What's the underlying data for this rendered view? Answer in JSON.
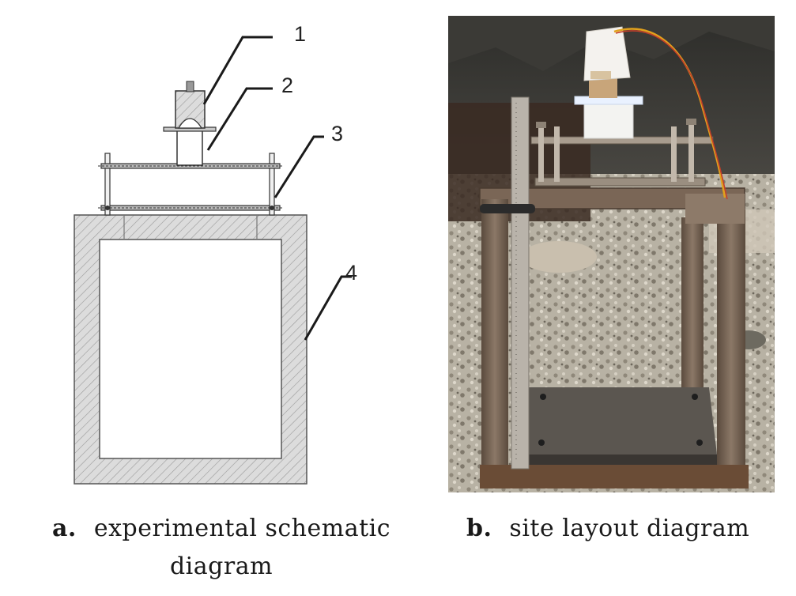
{
  "schematic": {
    "callouts": [
      "1",
      "2",
      "3",
      "4"
    ]
  },
  "captions": {
    "a": {
      "tag": "a.",
      "text": "experimental schematic diagram"
    },
    "b": {
      "tag": "b.",
      "text": "site layout diagram"
    }
  },
  "colors": {
    "line": "#2a2a2a",
    "hatch_fill": "#d9d9d9",
    "steel": "#6b5a4c",
    "rust": "#8a5a3a",
    "gravel": "#b9b3a6",
    "rock": "#3a3a36"
  }
}
